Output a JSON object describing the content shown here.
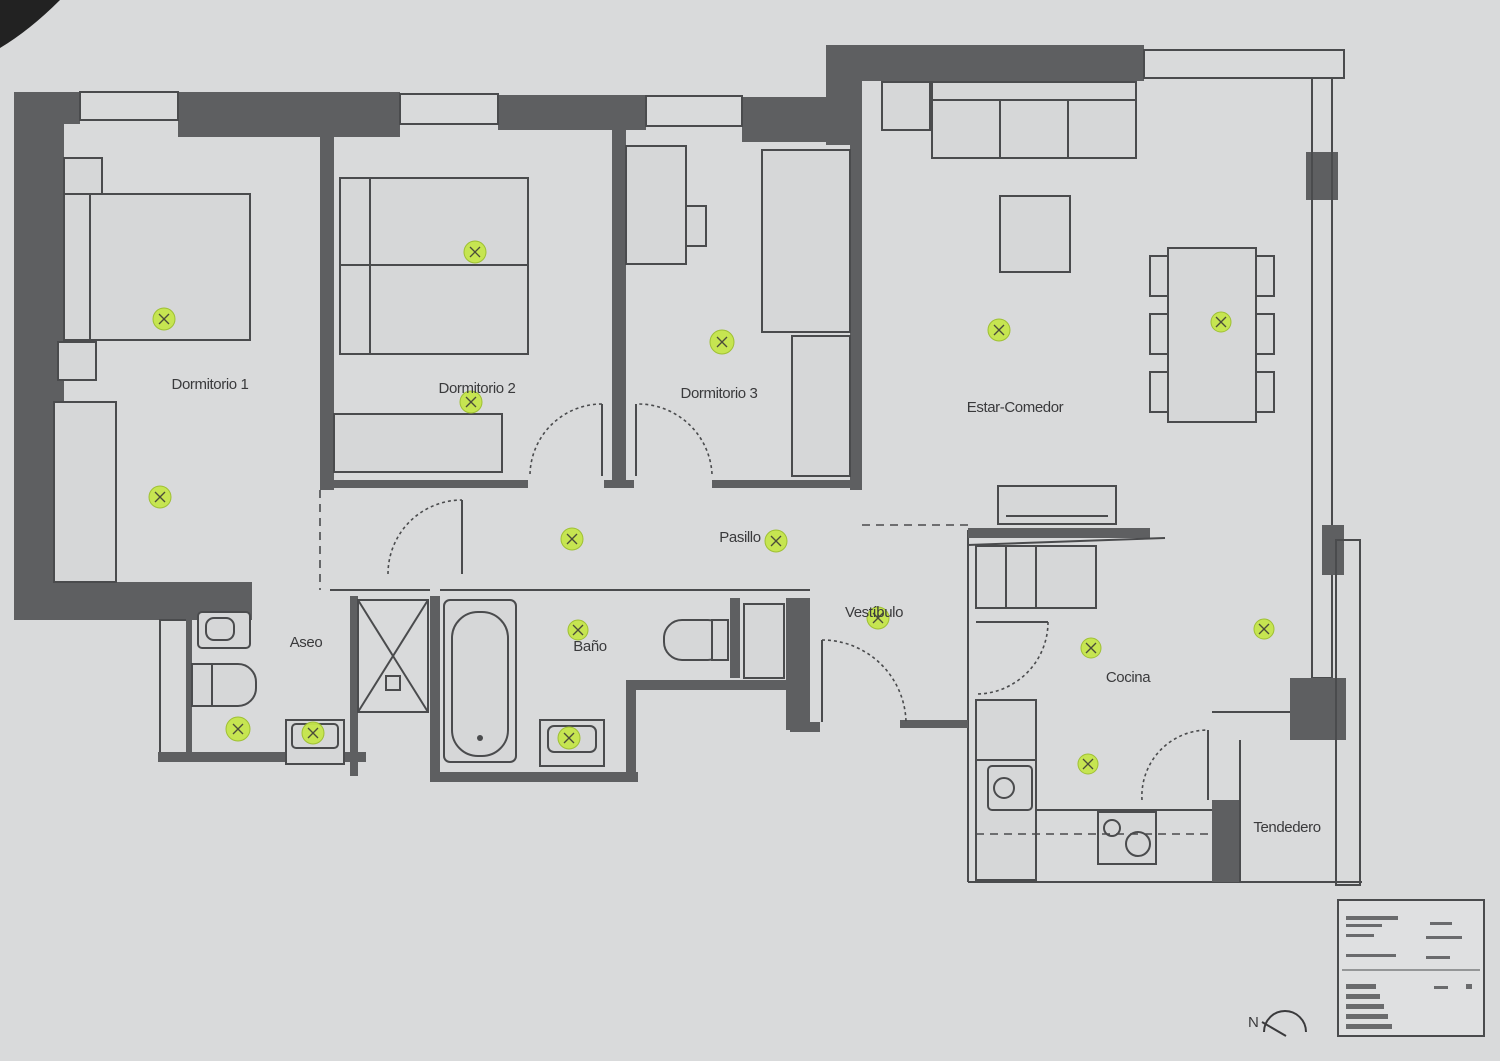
{
  "plan": {
    "rooms": [
      {
        "id": "dormitorio-1",
        "label": "Dormitorio 1"
      },
      {
        "id": "dormitorio-2",
        "label": "Dormitorio 2"
      },
      {
        "id": "dormitorio-3",
        "label": "Dormitorio 3"
      },
      {
        "id": "estar-comedor",
        "label": "Estar-Comedor"
      },
      {
        "id": "pasillo",
        "label": "Pasillo"
      },
      {
        "id": "aseo",
        "label": "Aseo"
      },
      {
        "id": "bano",
        "label": "Baño"
      },
      {
        "id": "vestibulo",
        "label": "Vestíbulo"
      },
      {
        "id": "cocina",
        "label": "Cocina"
      },
      {
        "id": "tendedero",
        "label": "Tendedero"
      }
    ],
    "north_label": "N",
    "colors": {
      "wall": "#5e5f61",
      "marker": "#c6e64a",
      "paper": "#d9dadb"
    }
  }
}
